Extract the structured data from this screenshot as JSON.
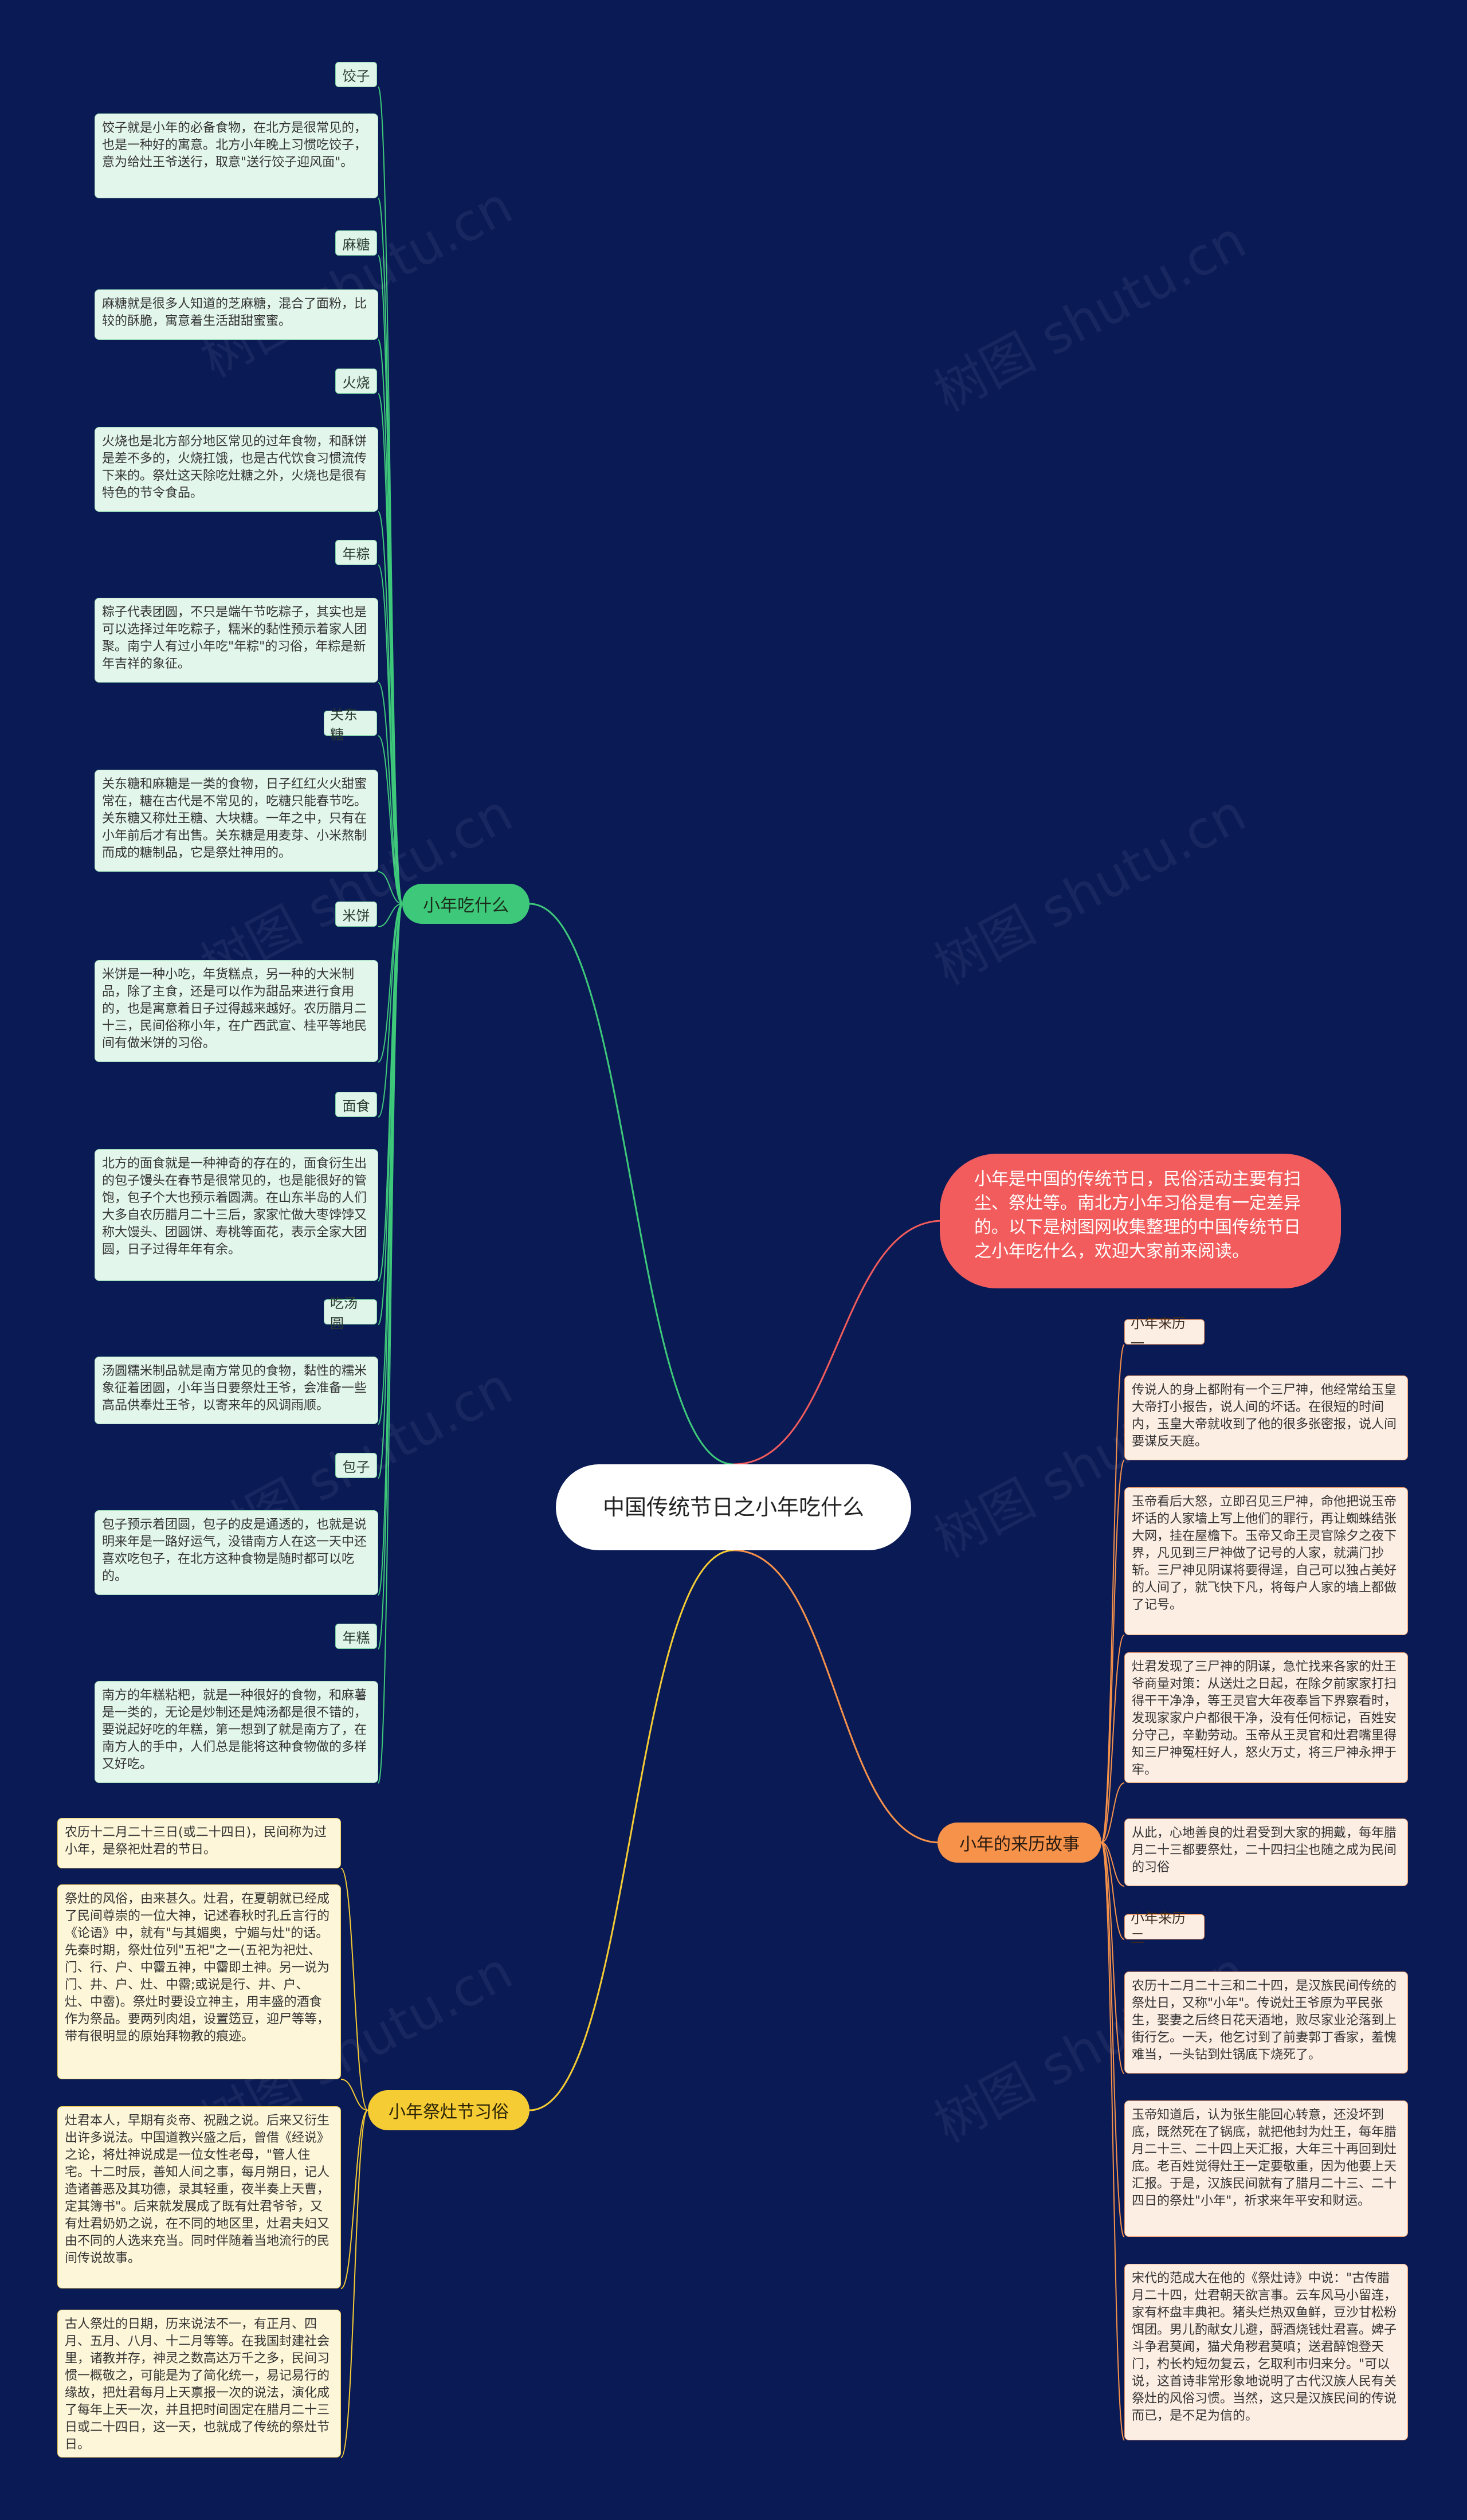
{
  "center": {
    "title": "中国传统节日之小年吃什么"
  },
  "intro": {
    "text": "小年是中国的传统节日，民俗活动主要有扫尘、祭灶等。南北方小年习俗是有一定差异的。以下是树图网收集整理的中国传统节日之小年吃什么，欢迎大家前来阅读。"
  },
  "branches": {
    "food": {
      "label": "小年吃什么",
      "color": "#3ec97a"
    },
    "story": {
      "label": "小年的来历故事",
      "color": "#f7924a"
    },
    "custom": {
      "label": "小年祭灶节习俗",
      "color": "#f5cc33"
    }
  },
  "food_items": [
    {
      "tag": "饺子",
      "text": "饺子就是小年的必备食物，在北方是很常见的，也是一种好的寓意。北方小年晚上习惯吃饺子，意为给灶王爷送行，取意\"送行饺子迎风面\"。"
    },
    {
      "tag": "麻糖",
      "text": "麻糖就是很多人知道的芝麻糖，混合了面粉，比较的酥脆，寓意着生活甜甜蜜蜜。"
    },
    {
      "tag": "火烧",
      "text": "火烧也是北方部分地区常见的过年食物，和酥饼是差不多的，火烧扛饿，也是古代饮食习惯流传下来的。祭灶这天除吃灶糖之外，火烧也是很有特色的节令食品。"
    },
    {
      "tag": "年粽",
      "text": "粽子代表团圆，不只是端午节吃粽子，其实也是可以选择过年吃粽子，糯米的黏性预示着家人团聚。南宁人有过小年吃\"年粽\"的习俗，年粽是新年吉祥的象征。"
    },
    {
      "tag": "关东糖",
      "text": "关东糖和麻糖是一类的食物，日子红红火火甜蜜常在，糖在古代是不常见的，吃糖只能春节吃。关东糖又称灶王糖、大块糖。一年之中，只有在小年前后才有出售。关东糖是用麦芽、小米熬制而成的糖制品，它是祭灶神用的。"
    },
    {
      "tag": "米饼",
      "text": "米饼是一种小吃，年货糕点，另一种的大米制品，除了主食，还是可以作为甜品来进行食用的，也是寓意着日子过得越来越好。农历腊月二十三，民间俗称小年，在广西武宣、桂平等地民间有做米饼的习俗。"
    },
    {
      "tag": "面食",
      "text": "北方的面食就是一种神奇的存在的，面食衍生出的包子馒头在春节是很常见的，也是能很好的管饱，包子个大也预示着圆满。在山东半岛的人们大多自农历腊月二十三后，家家忙做大枣饽饽又称大馒头、团圆饼、寿桃等面花，表示全家大团圆，日子过得年年有余。"
    },
    {
      "tag": "吃汤圆",
      "text": "汤圆糯米制品就是南方常见的食物，黏性的糯米象征着团圆，小年当日要祭灶王爷，会准备一些高品供奉灶王爷，以寄来年的风调雨顺。"
    },
    {
      "tag": "包子",
      "text": "包子预示着团圆，包子的皮是通透的，也就是说明来年是一路好运气，没错南方人在这一天中还喜欢吃包子，在北方这种食物是随时都可以吃的。"
    },
    {
      "tag": "年糕",
      "text": "南方的年糕粘粑，就是一种很好的食物，和麻薯是一类的，无论是炒制还是炖汤都是很不错的，要说起好吃的年糕，第一想到了就是南方了，在南方人的手中，人们总是能将这种食物做的多样又好吃。"
    }
  ],
  "story_items": [
    {
      "kind": "tag",
      "text": "小年来历一"
    },
    {
      "kind": "note",
      "text": "传说人的身上都附有一个三尸神，他经常给玉皇大帝打小报告，说人间的坏话。在很短的时间内，玉皇大帝就收到了他的很多张密报，说人间要谋反天庭。"
    },
    {
      "kind": "note",
      "text": "玉帝看后大怒，立即召见三尸神，命他把说玉帝坏话的人家墙上写上他们的罪行，再让蜘蛛结张大网，挂在屋檐下。玉帝又命王灵官除夕之夜下界，凡见到三尸神做了记号的人家，就满门抄斩。三尸神见阴谋将要得逞，自己可以独占美好的人间了，就飞快下凡，将每户人家的墙上都做了记号。"
    },
    {
      "kind": "note",
      "text": "灶君发现了三尸神的阴谋，急忙找来各家的灶王爷商量对策：从送灶之日起，在除夕前家家打扫得干干净净，等王灵官大年夜奉旨下界察看时，发现家家户户都很干净，没有任何标记，百姓安分守己，辛勤劳动。玉帝从王灵官和灶君嘴里得知三尸神冤枉好人，怒火万丈，将三尸神永押于牢。"
    },
    {
      "kind": "note",
      "text": "从此，心地善良的灶君受到大家的拥戴，每年腊月二十三都要祭灶，二十四扫尘也随之成为民间的习俗"
    },
    {
      "kind": "tag",
      "text": "小年来历二"
    },
    {
      "kind": "note",
      "text": "农历十二月二十三和二十四，是汉族民间传统的祭灶日，又称\"小年\"。传说灶王爷原为平民张生，娶妻之后终日花天酒地，败尽家业沦落到上街行乞。一天，他乞讨到了前妻郭丁香家，羞愧难当，一头钻到灶锅底下烧死了。"
    },
    {
      "kind": "note",
      "text": "玉帝知道后，认为张生能回心转意，还没坏到底，既然死在了锅底，就把他封为灶王，每年腊月二十三、二十四上天汇报，大年三十再回到灶底。老百姓觉得灶王一定要敬重，因为他要上天汇报。于是，汉族民间就有了腊月二十三、二十四日的祭灶\"小年\"，祈求来年平安和财运。"
    },
    {
      "kind": "note",
      "text": "宋代的范成大在他的《祭灶诗》中说：\"古传腊月二十四，灶君朝天欲言事。云车风马小留连，家有杯盘丰典祀。猪头烂热双鱼鲜，豆沙甘松粉饵团。男儿酌献女儿避，酹酒烧钱灶君喜。婢子斗争君莫闻，猫犬角秽君莫嗔；送君醉饱登天门，杓长杓短勿复云，乞取利市归来分。\"可以说，这首诗非常形象地说明了古代汉族人民有关祭灶的风俗习惯。当然，这只是汉族民间的传说而已，是不足为信的。"
    }
  ],
  "custom_items": [
    {
      "text": "农历十二月二十三日(或二十四日)，民间称为过小年，是祭祀灶君的节日。"
    },
    {
      "text": "祭灶的风俗，由来甚久。灶君，在夏朝就已经成了民间尊崇的一位大神，记述春秋时孔丘言行的《论语》中，就有\"与其媚奥，宁媚与灶\"的话。先秦时期，祭灶位列\"五祀\"之一(五祀为祀灶、门、行、户、中霤五神，中霤即土神。另一说为门、井、户、灶、中霤;或说是行、井、户、灶、中霤)。祭灶时要设立神主，用丰盛的酒食作为祭品。要两列肉俎，设置笾豆，迎尸等等，带有很明显的原始拜物教的痕迹。"
    },
    {
      "text": "灶君本人，早期有炎帝、祝融之说。后来又衍生出许多说法。中国道教兴盛之后，曾借《经说》之论，将灶神说成是一位女性老母，\"管人住宅。十二时辰，善知人间之事，每月朔日，记人造诸善恶及其功德，录其轻重，夜半奏上天曹，定其簿书\"。后来就发展成了既有灶君爷爷，又有灶君奶奶之说，在不同的地区里，灶君夫妇又由不同的人选来充当。同时伴随着当地流行的民间传说故事。"
    },
    {
      "text": "古人祭灶的日期，历来说法不一，有正月、四月、五月、八月、十二月等等。在我国封建社会里，诸教并存，神灵之数高达万千之多，民间习惯一概敬之，可能是为了简化统一，易记易行的缘故，把灶君每月上天禀报一次的说法，演化成了每年上天一次，并且把时间固定在腊月二十三日或二十四日，这一天，也就成了传统的祭灶节日。"
    }
  ],
  "watermark": "树图 shutu.cn"
}
